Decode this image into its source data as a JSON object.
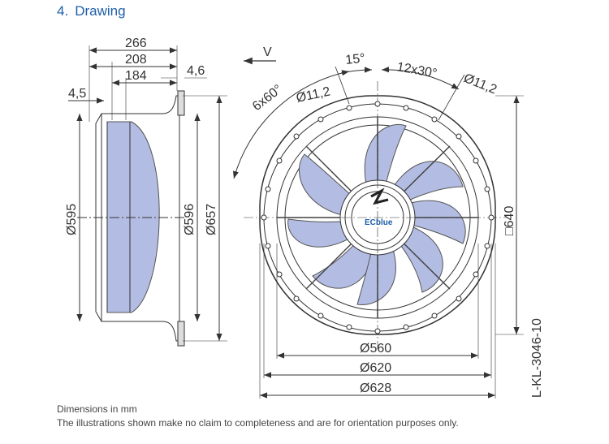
{
  "section": {
    "number": "4.",
    "title": "Drawing"
  },
  "side_view": {
    "dims": {
      "overall": "266",
      "mid": "208",
      "inner": "184",
      "flange": "4,6",
      "left_offset": "4,5",
      "d_inlet": "Ø595",
      "d_mid": "Ø596",
      "d_outer": "Ø657"
    }
  },
  "front_view": {
    "direction": "V",
    "angle_top": "15°",
    "angle_holes_right": "12x30°",
    "angle_holes_left": "6x60°",
    "hole_left": "Ø11,2",
    "hole_right": "Ø11,2",
    "square": "□640",
    "d_560": "Ø560",
    "d_620": "Ø620",
    "d_628": "Ø628",
    "logo": "ECblue",
    "drawing_number": "L-KL-3046-10"
  },
  "notes": {
    "units": "Dimensions in mm",
    "disclaimer": "The illustrations shown make no claim to completeness and are for orientation purposes only."
  },
  "colors": {
    "accent": "#1f5fa8",
    "blade": "#b3bde3",
    "line": "#333333"
  }
}
